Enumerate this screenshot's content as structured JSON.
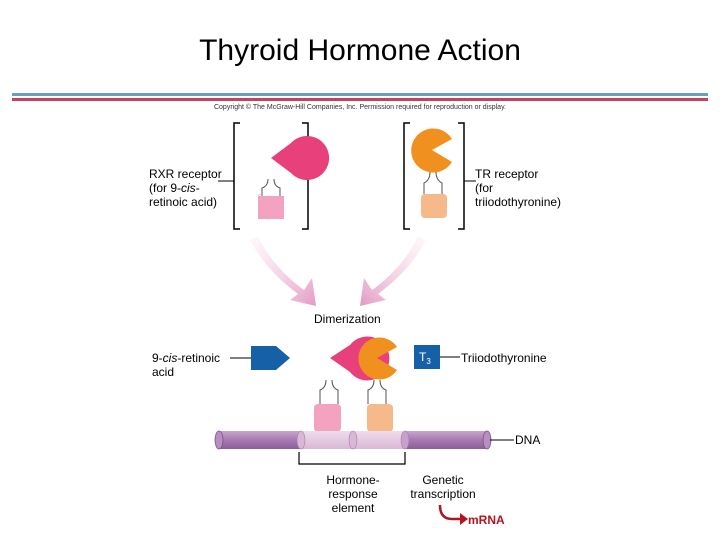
{
  "title": "Thyroid Hormone Action",
  "copyright": "Copyright © The McGraw-Hill Companies, Inc. Permission required for reproduction or display.",
  "labels": {
    "rxr_line1": "RXR receptor",
    "rxr_line2_pre": "(for 9-",
    "rxr_line2_it": "cis",
    "rxr_line2_post": "-",
    "rxr_line3": "retinoic acid)",
    "tr_line1": "TR receptor",
    "tr_line2": "(for",
    "tr_line3": "triiodothyronine)",
    "dimerization": "Dimerization",
    "retinoic_pre": "9-",
    "retinoic_it": "cis",
    "retinoic_post": "-retinoic",
    "retinoic_line2": "acid",
    "t3_symbol": "T",
    "t3_sub": "3",
    "triiodothyronine": "Triiodothyronine",
    "dna": "DNA",
    "hre_line1": "Hormone-",
    "hre_line2": "response",
    "hre_line3": "element",
    "genetic_line1": "Genetic",
    "genetic_line2": "transcription",
    "mrna": "mRNA"
  },
  "colors": {
    "rxr": "#e8407a",
    "rxr_light": "#f3a2bf",
    "tr": "#f0901e",
    "tr_light": "#f6b98a",
    "retinoic": "#1660a8",
    "dna": "#b086b8",
    "dna_light": "#e4c6e0",
    "arrow": "#e9a8cc",
    "mrna": "#b3141f"
  }
}
